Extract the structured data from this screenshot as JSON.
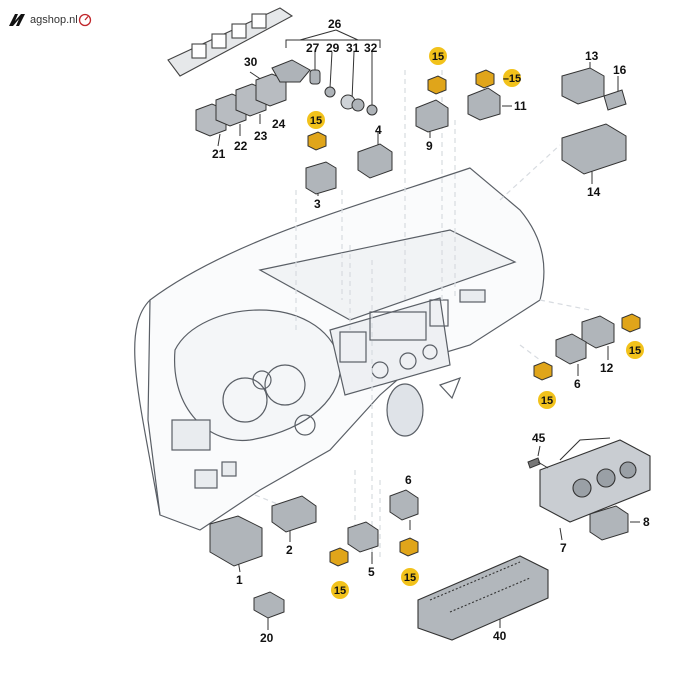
{
  "logo": {
    "text": "agshop.nl"
  },
  "labels": {
    "l1": "1",
    "l2": "2",
    "l3": "3",
    "l4": "4",
    "l5": "5",
    "l6a": "6",
    "l6b": "6",
    "l7": "7",
    "l8": "8",
    "l9": "9",
    "l11": "11",
    "l12": "12",
    "l13": "13",
    "l14": "14",
    "l16": "16",
    "l20": "20",
    "l21": "21",
    "l22": "22",
    "l23": "23",
    "l24": "24",
    "l26": "26",
    "l27": "27",
    "l29": "29",
    "l30": "30",
    "l31": "31",
    "l32": "32",
    "l40": "40",
    "l45": "45"
  },
  "highlight": {
    "label": "15",
    "color": "#f2c21b"
  },
  "colors": {
    "line": "#333333",
    "part": "#555555",
    "dash": "#d7dbe0"
  }
}
